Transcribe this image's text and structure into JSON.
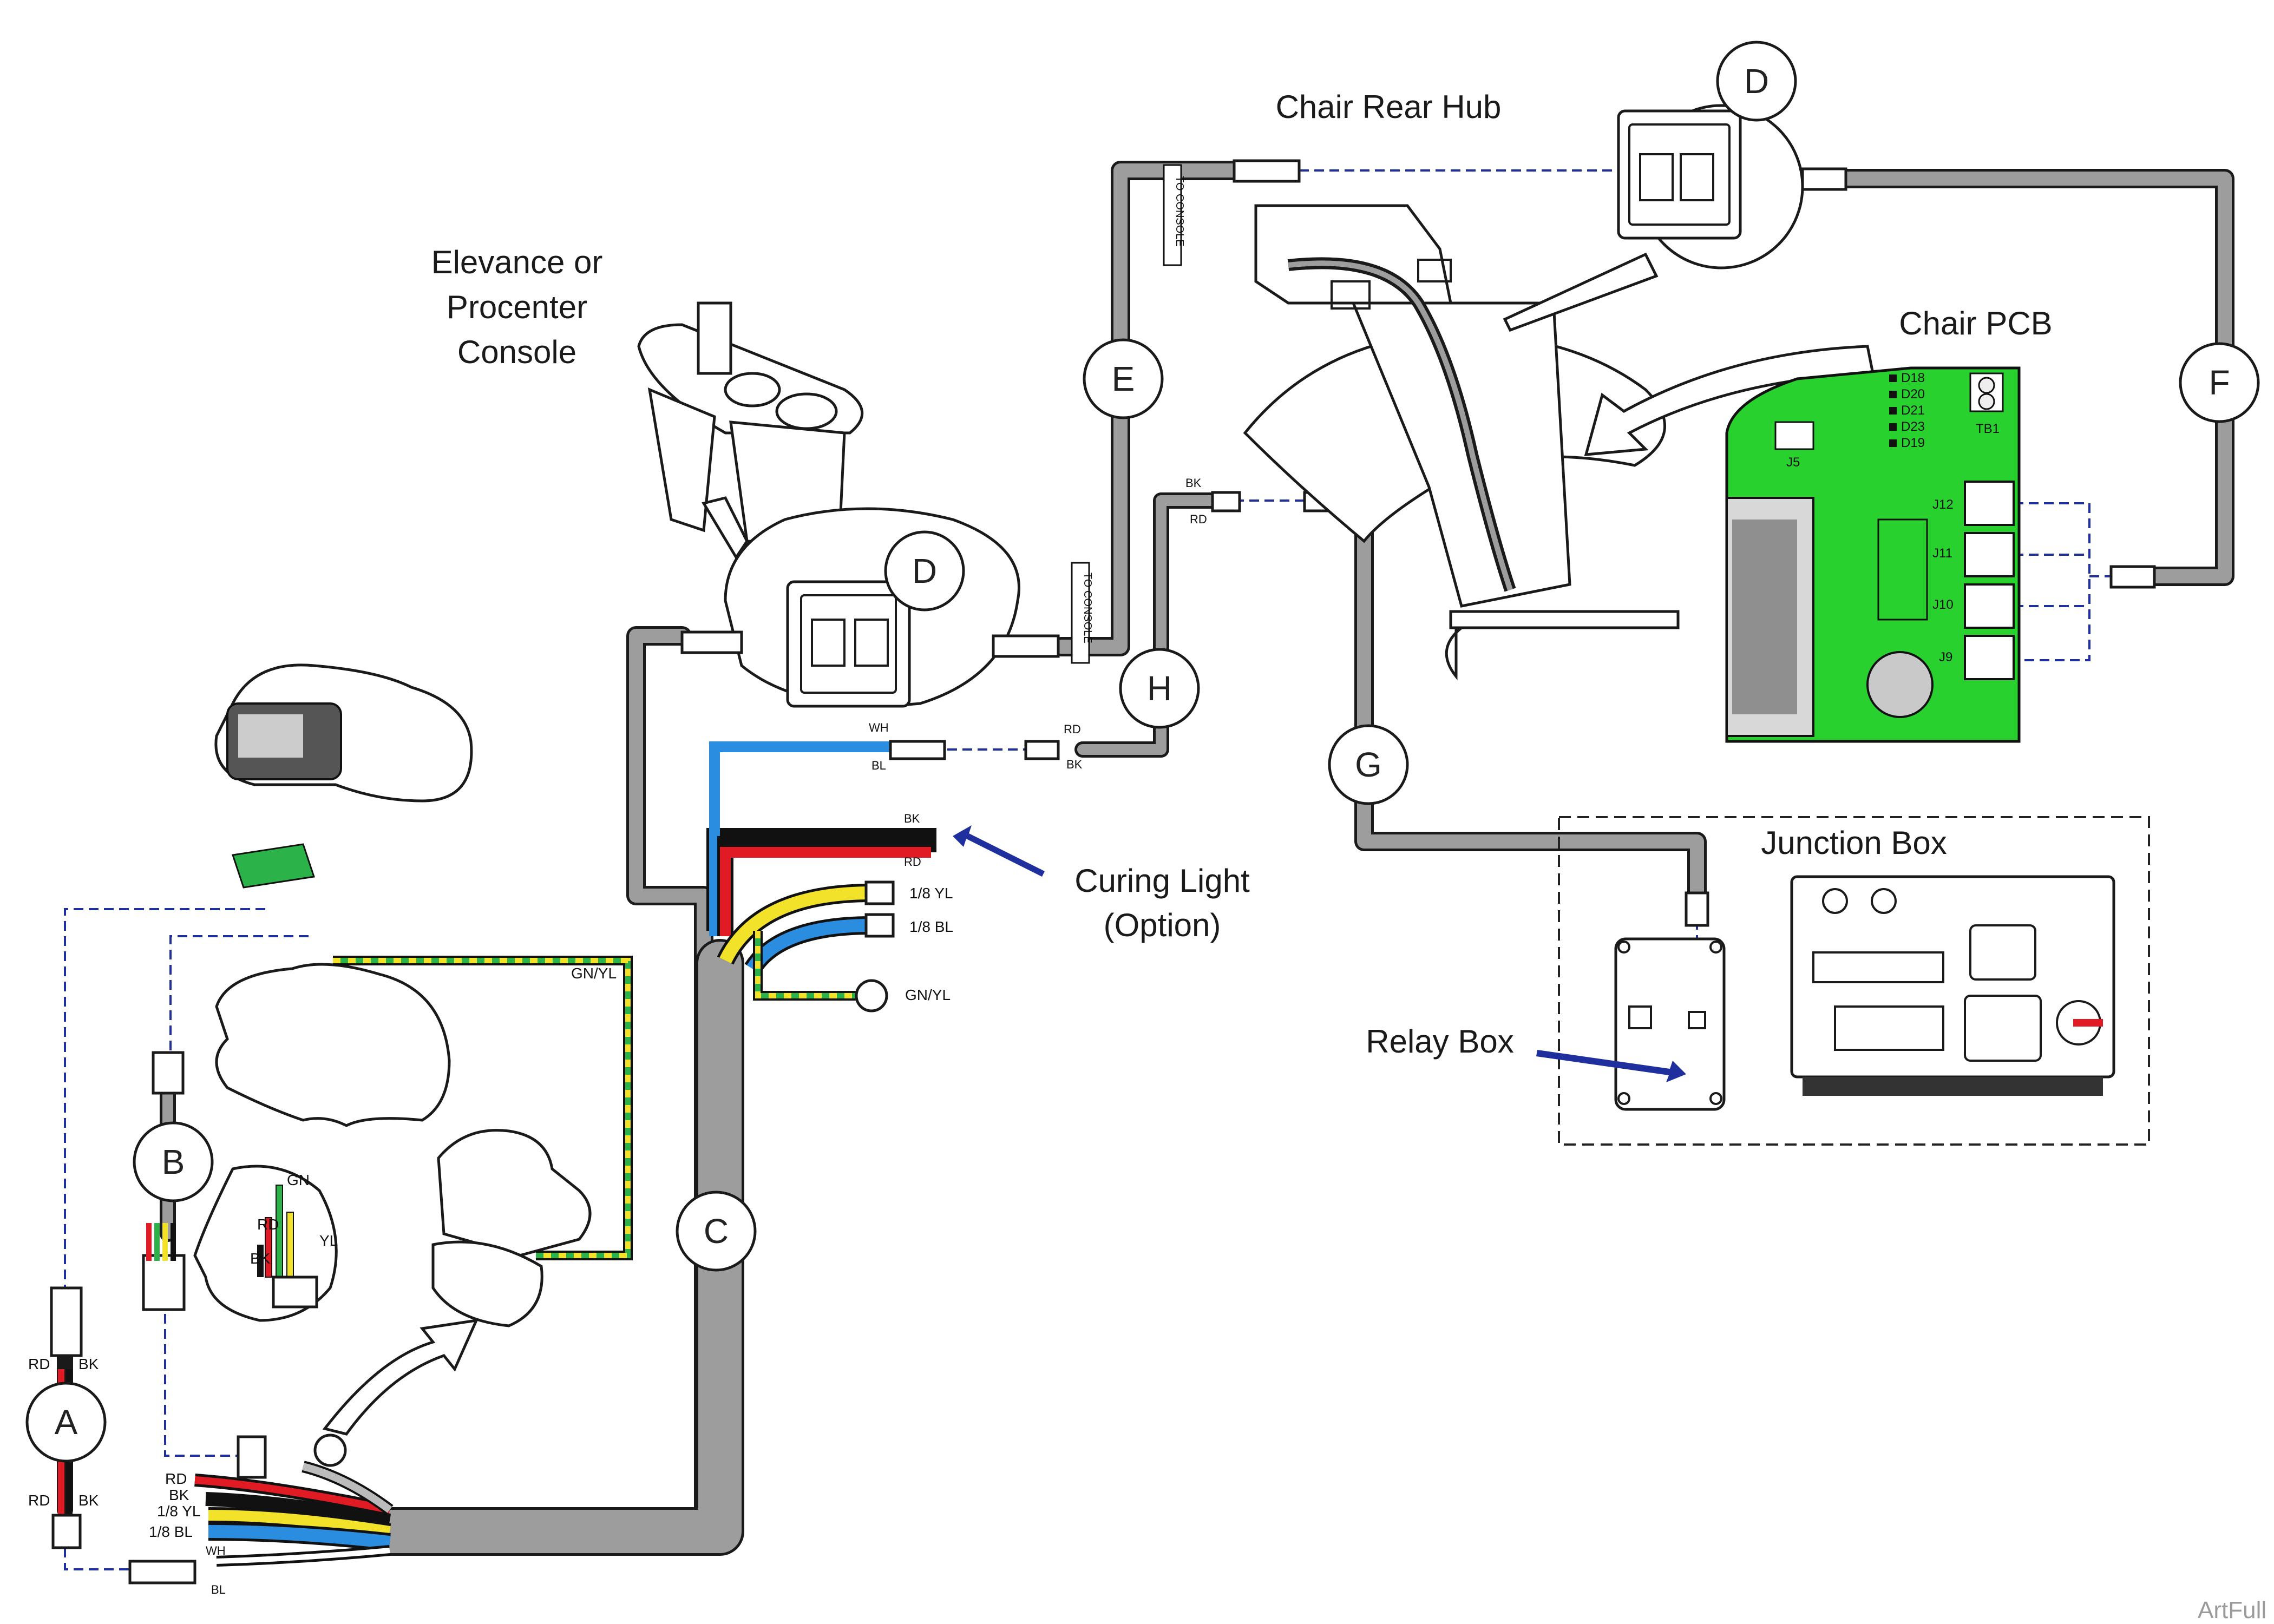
{
  "titles": {
    "chair_rear_hub": "Chair Rear Hub",
    "console_line1": "Elevance or",
    "console_line2": "Procenter",
    "console_line3": "Console",
    "chair_pcb": "Chair PCB",
    "junction_box": "Junction Box",
    "relay_box": "Relay Box",
    "curing_light_line1": "Curing Light",
    "curing_light_line2": "(Option)"
  },
  "callouts": {
    "a": "A",
    "b": "B",
    "c": "C",
    "d_top": "D",
    "d_mid": "D",
    "e": "E",
    "f": "F",
    "g": "G",
    "h": "H"
  },
  "vertical_labels": {
    "to_console_upper": "TO CONSOLE",
    "to_console_lower": "TO CONSOLE"
  },
  "pcb": {
    "leds": [
      "D18",
      "D20",
      "D21",
      "D23",
      "D19"
    ],
    "tb1": "TB1",
    "j5": "J5",
    "j12": "J12",
    "j11": "J11",
    "j10": "J10",
    "j9": "J9"
  },
  "wire_labels": {
    "h_bk_top": "BK",
    "h_rd_top": "RD",
    "h_wh": "WH",
    "h_bl": "BL",
    "h_rd_bottom": "RD",
    "h_bk_bottom": "BK",
    "curing_bk": "BK",
    "curing_rd": "RD",
    "curing_yl": "1/8 YL",
    "curing_bl": "1/8 BL",
    "curing_gnyl": "GN/YL",
    "ground_gnyl": "GN/YL",
    "b_gn": "GN",
    "b_rd": "RD",
    "b_yl": "YL",
    "b_bk": "BK",
    "a_rd_top": "RD",
    "a_bk_top": "BK",
    "a_rd_bottom": "RD",
    "a_bk_bottom": "BK",
    "bundle_rd": "RD",
    "bundle_bk": "BK",
    "bundle_yl": "1/8 YL",
    "bundle_bl": "1/8 BL",
    "bundle_wh": "WH",
    "bundle_bl2": "BL"
  },
  "watermark": "ArtFull",
  "colors": {
    "cable_gray": "#9d9d9d",
    "dash_blue": "#1f2f9e",
    "pcb_green": "#29d12e",
    "wire_red": "#e01b24",
    "wire_black": "#111111",
    "wire_yellow": "#f2e22a",
    "wire_blue": "#2a8de0",
    "wire_green": "#2bb34a",
    "wire_white": "#ffffff"
  }
}
